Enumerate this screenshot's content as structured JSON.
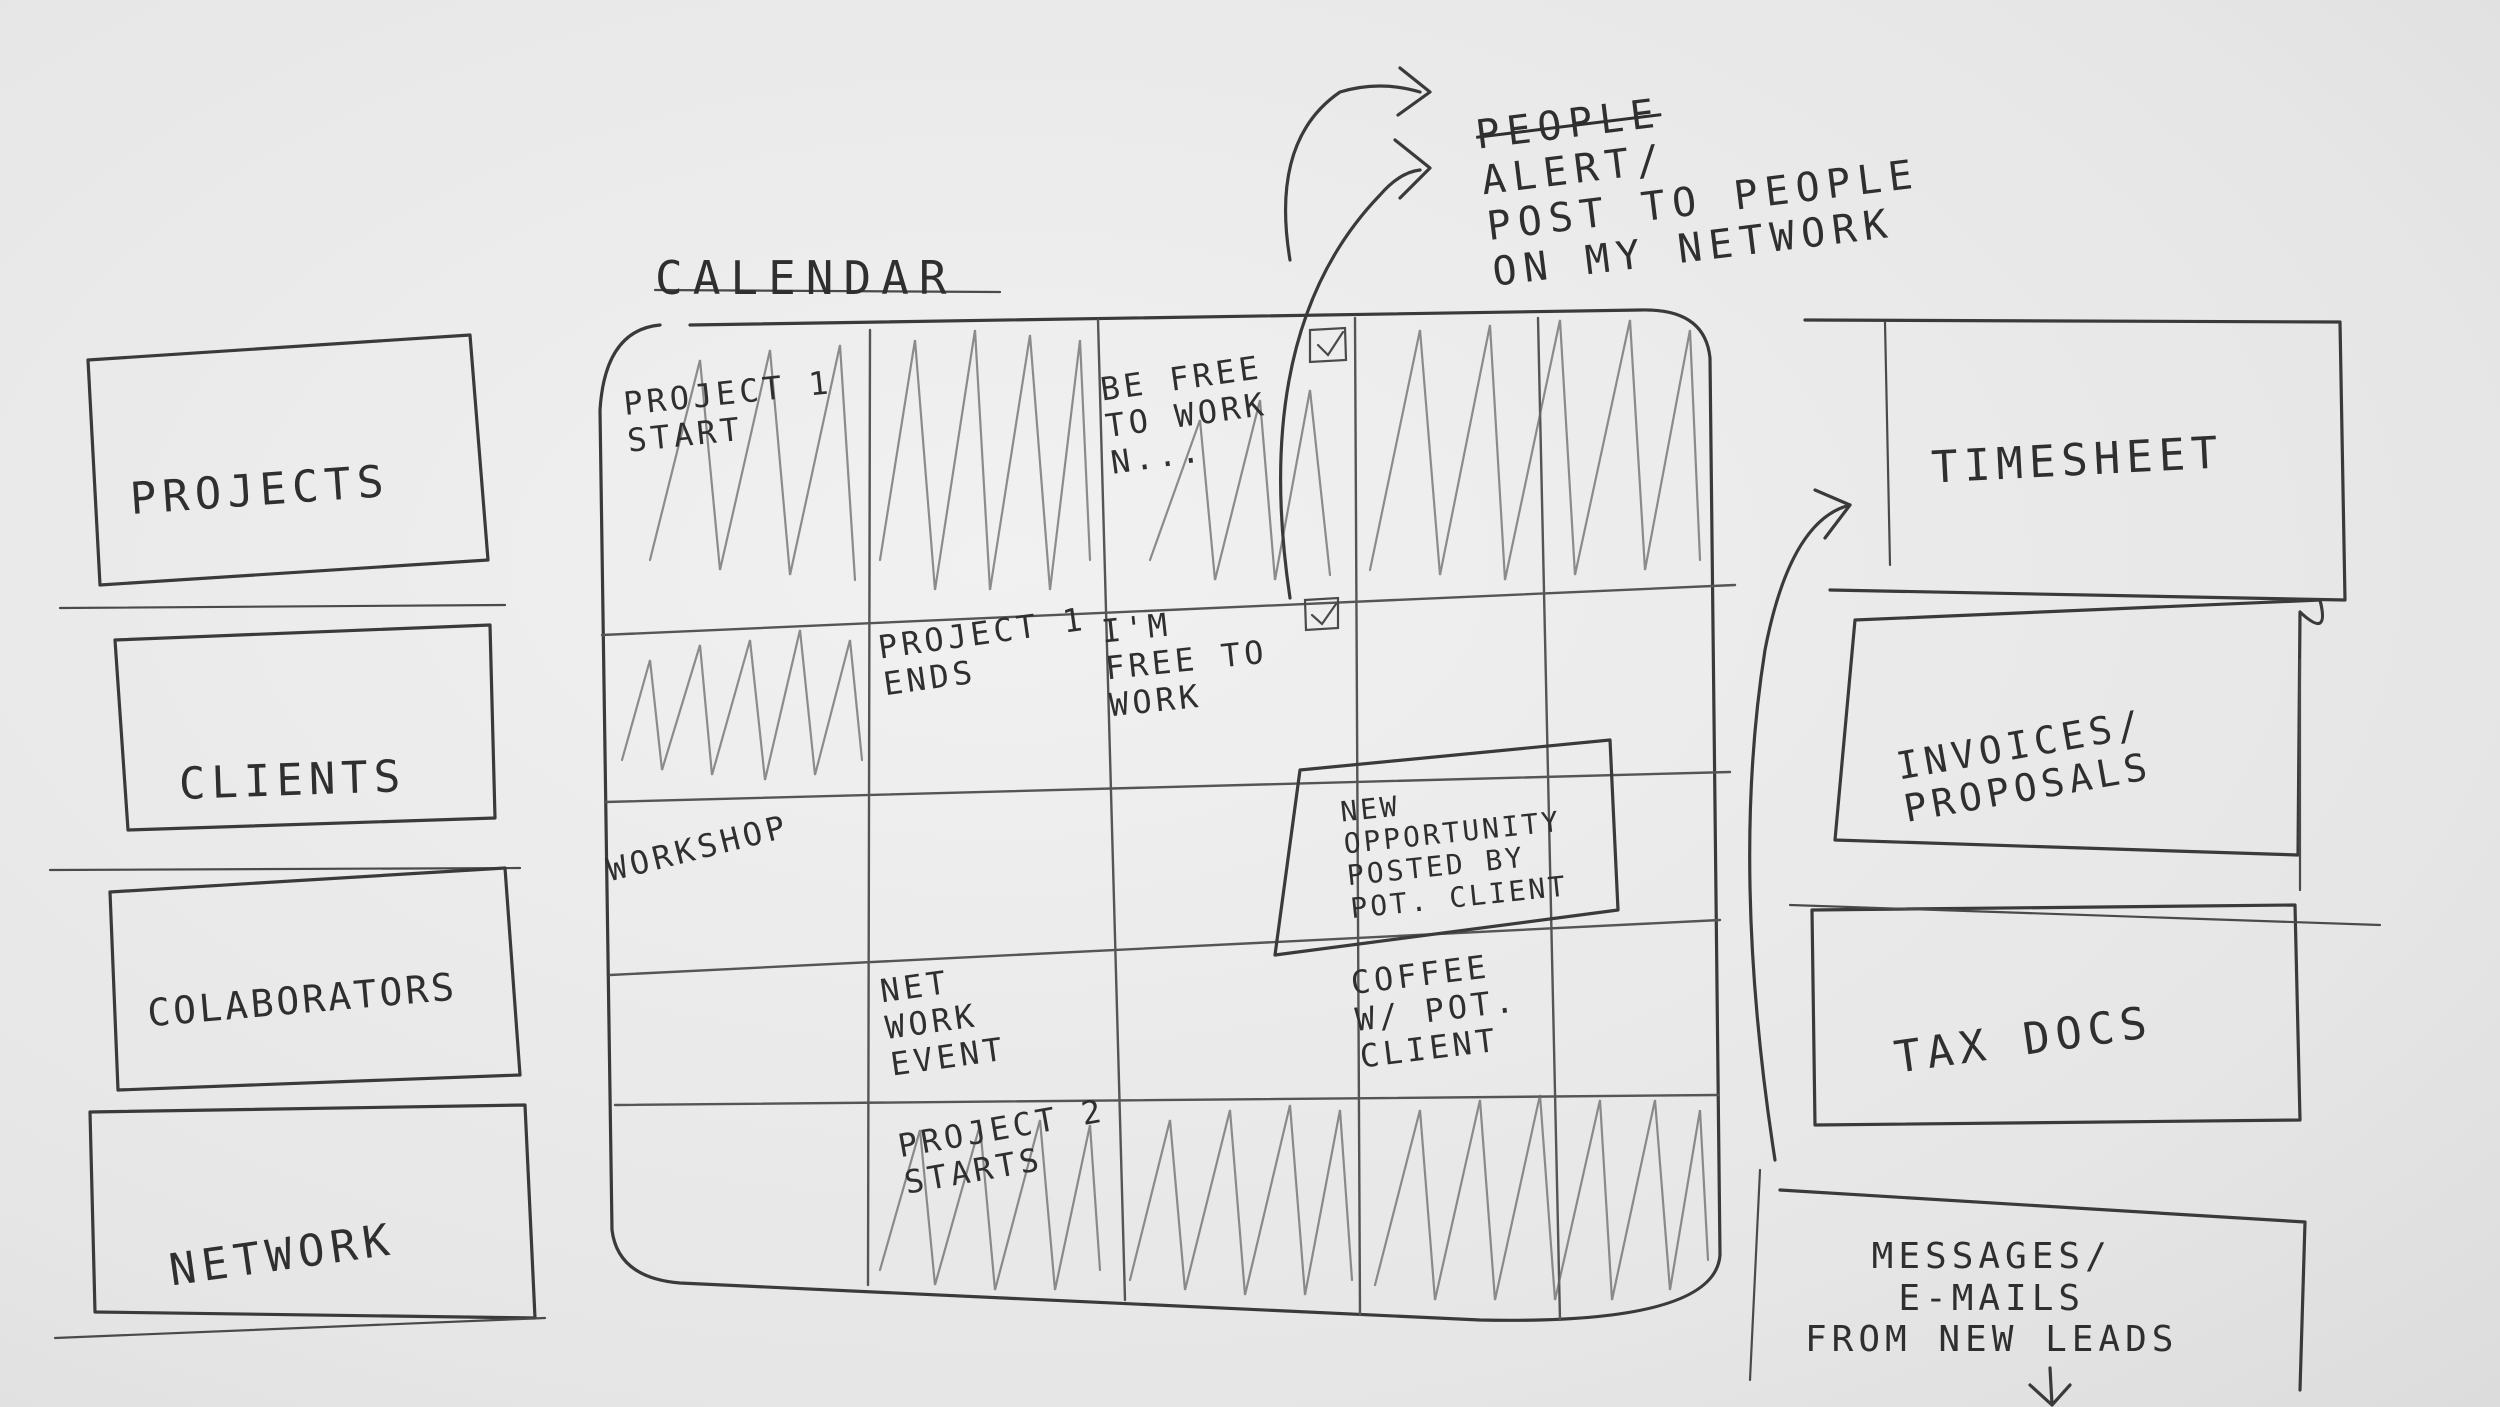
{
  "calendar": {
    "title": "CALENDAR",
    "events": {
      "project1_start": "PROJECT 1\nSTART",
      "available_day": "BE FREE\nTO WORK\nN...",
      "project1_ends": "PROJECT 1\nENDS",
      "free_to_work": "I'M\nFREE TO\nWORK",
      "workshop": "WORKSHOP",
      "new_opportunity": "NEW\nOPPORTUNITY\nPOSTED BY\nPOT. CLIENT",
      "network_event": "NET\nWORK\nEVENT",
      "coffee": "COFFEE\nW/ POT.\nCLIENT",
      "project2_starts": "PROJECT 2\nSTARTS"
    }
  },
  "left_nav": {
    "items": [
      {
        "label": "PROJECTS"
      },
      {
        "label": "CLIENTS"
      },
      {
        "label": "COLABORATORS"
      },
      {
        "label": "NETWORK"
      }
    ]
  },
  "right_panel": {
    "items": [
      {
        "label": "TIMESHEET"
      },
      {
        "label": "INVOICES/\nPROPOSALS"
      },
      {
        "label": "TAX DOCS"
      },
      {
        "label": "MESSAGES/\nE-MAILS\nFROM NEW LEADS"
      }
    ]
  },
  "annotation": {
    "strike_word": "PEOPLE",
    "text": "ALERT/\nPOST TO PEOPLE\nON MY NETWORK"
  }
}
